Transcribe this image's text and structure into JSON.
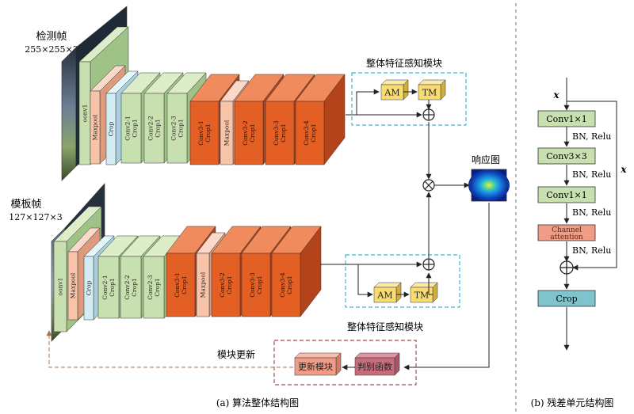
{
  "palette": {
    "green": "#c8e0b0",
    "green_side": "#9fc287",
    "green_top": "#dcedc8",
    "pink": "#f7c4aa",
    "pink_side": "#dd9a7c",
    "pink_top": "#fbd9c8",
    "cyan": "#d4ecf4",
    "cyan_side": "#a9cfdd",
    "cyan_top": "#e6f5fa",
    "orange": "#e35f24",
    "orange_side": "#b2431a",
    "orange_top": "#ef8b5d",
    "yellow": "#f8dc72",
    "yellow_side": "#cfae3c",
    "yellow_top": "#fbe9a6",
    "teal": "#7fc3cc",
    "salmon": "#f09c86",
    "mauve": "#c86c7d",
    "dash_blue": "#3fb6dc",
    "dash_red": "#a0524a",
    "arrow_brown": "#a5744f"
  },
  "template_frame": {
    "title": "检测帧",
    "size": "255×255×3"
  },
  "search_frame": {
    "title": "模板帧",
    "size": "127×127×3"
  },
  "top_labels": [
    "oonv1",
    "Maxpool",
    "Crop",
    "Conv2-1\nCrop1",
    "Conv2-2\nCrop1",
    "Conv2-3\nCrop1",
    "Conv3-1\nCrop1",
    "Maxpool",
    "Conv3-2\nCrop1",
    "Conv3-3\nCrop1",
    "Conv3-4\nCrop1"
  ],
  "bottom_labels": [
    "oonv1",
    "Maxpool",
    "Crop",
    "Conv2-1\nCrop1",
    "Conv2-2\nCrop1",
    "Conv2-3\nCrop1",
    "Conv3-1\nCrop1",
    "Maxpool",
    "Conv3-2\nCrop1",
    "Conv3-3\nCrop1",
    "Conv3-4\nCrop1"
  ],
  "feature_module_top": "整体特征感知模块",
  "feature_module_bottom": "整体特征感知模块",
  "am": "AM",
  "tm": "TM",
  "response_map": "响应图",
  "update_label": "模块更新",
  "update_module": "更新模块",
  "judge_function": "判别函数",
  "caption_a": "(a) 算法整体结构图",
  "caption_b": "(b) 残差单元结构图",
  "residual": {
    "x_top": "x",
    "x_side": "x",
    "blocks": [
      "Conv1×1",
      "Conv3×3",
      "Conv1×1"
    ],
    "bn1": "BN, Relu",
    "bn2": "BN, Relu",
    "bn3": "BN, Relu",
    "bn4": "BN, Relu",
    "channel_attention": [
      "Channel",
      "attention"
    ],
    "crop": "Crop"
  }
}
